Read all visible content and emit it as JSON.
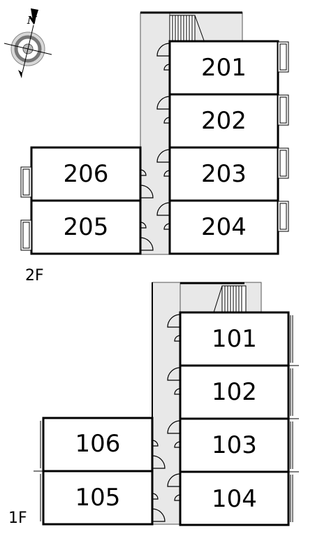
{
  "compass": {
    "north_label": "N"
  },
  "floors": [
    {
      "id": "2F",
      "label": "2F",
      "rooms": [
        "201",
        "202",
        "203",
        "204",
        "205",
        "206"
      ]
    },
    {
      "id": "1F",
      "label": "1F",
      "rooms": [
        "101",
        "102",
        "103",
        "104",
        "105",
        "106"
      ]
    }
  ],
  "colors": {
    "corridor": "#e8e8e8",
    "wall": "#000000",
    "thin": "#555555"
  }
}
